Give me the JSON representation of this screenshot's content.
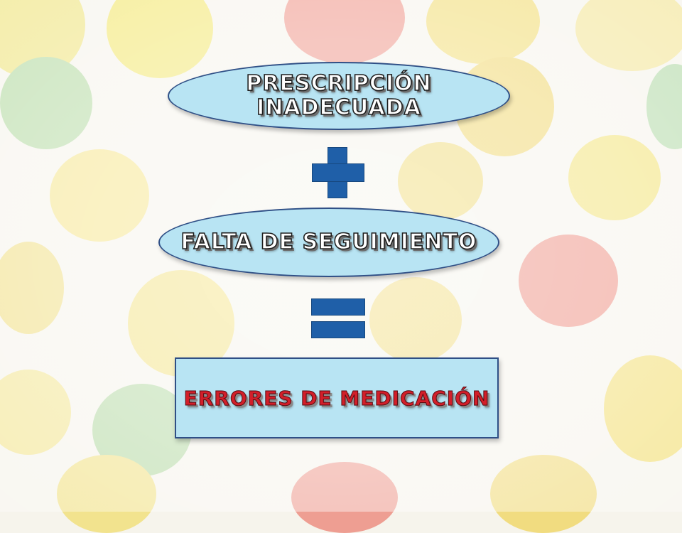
{
  "nodes": {
    "cause_1": "PRESCRIPCIÓN\nINADECUADA",
    "cause_2": "FALTA DE SEGUIMIENTO",
    "result": "ERRORES DE MEDICACIÓN"
  },
  "operators": {
    "plus": "plus-sign",
    "equals": "equals-sign"
  },
  "colors": {
    "node_fill": "#b8e4f3",
    "node_border": "#2f4f86",
    "operator": "#1f5fa8",
    "result_text": "#d21f2a"
  }
}
